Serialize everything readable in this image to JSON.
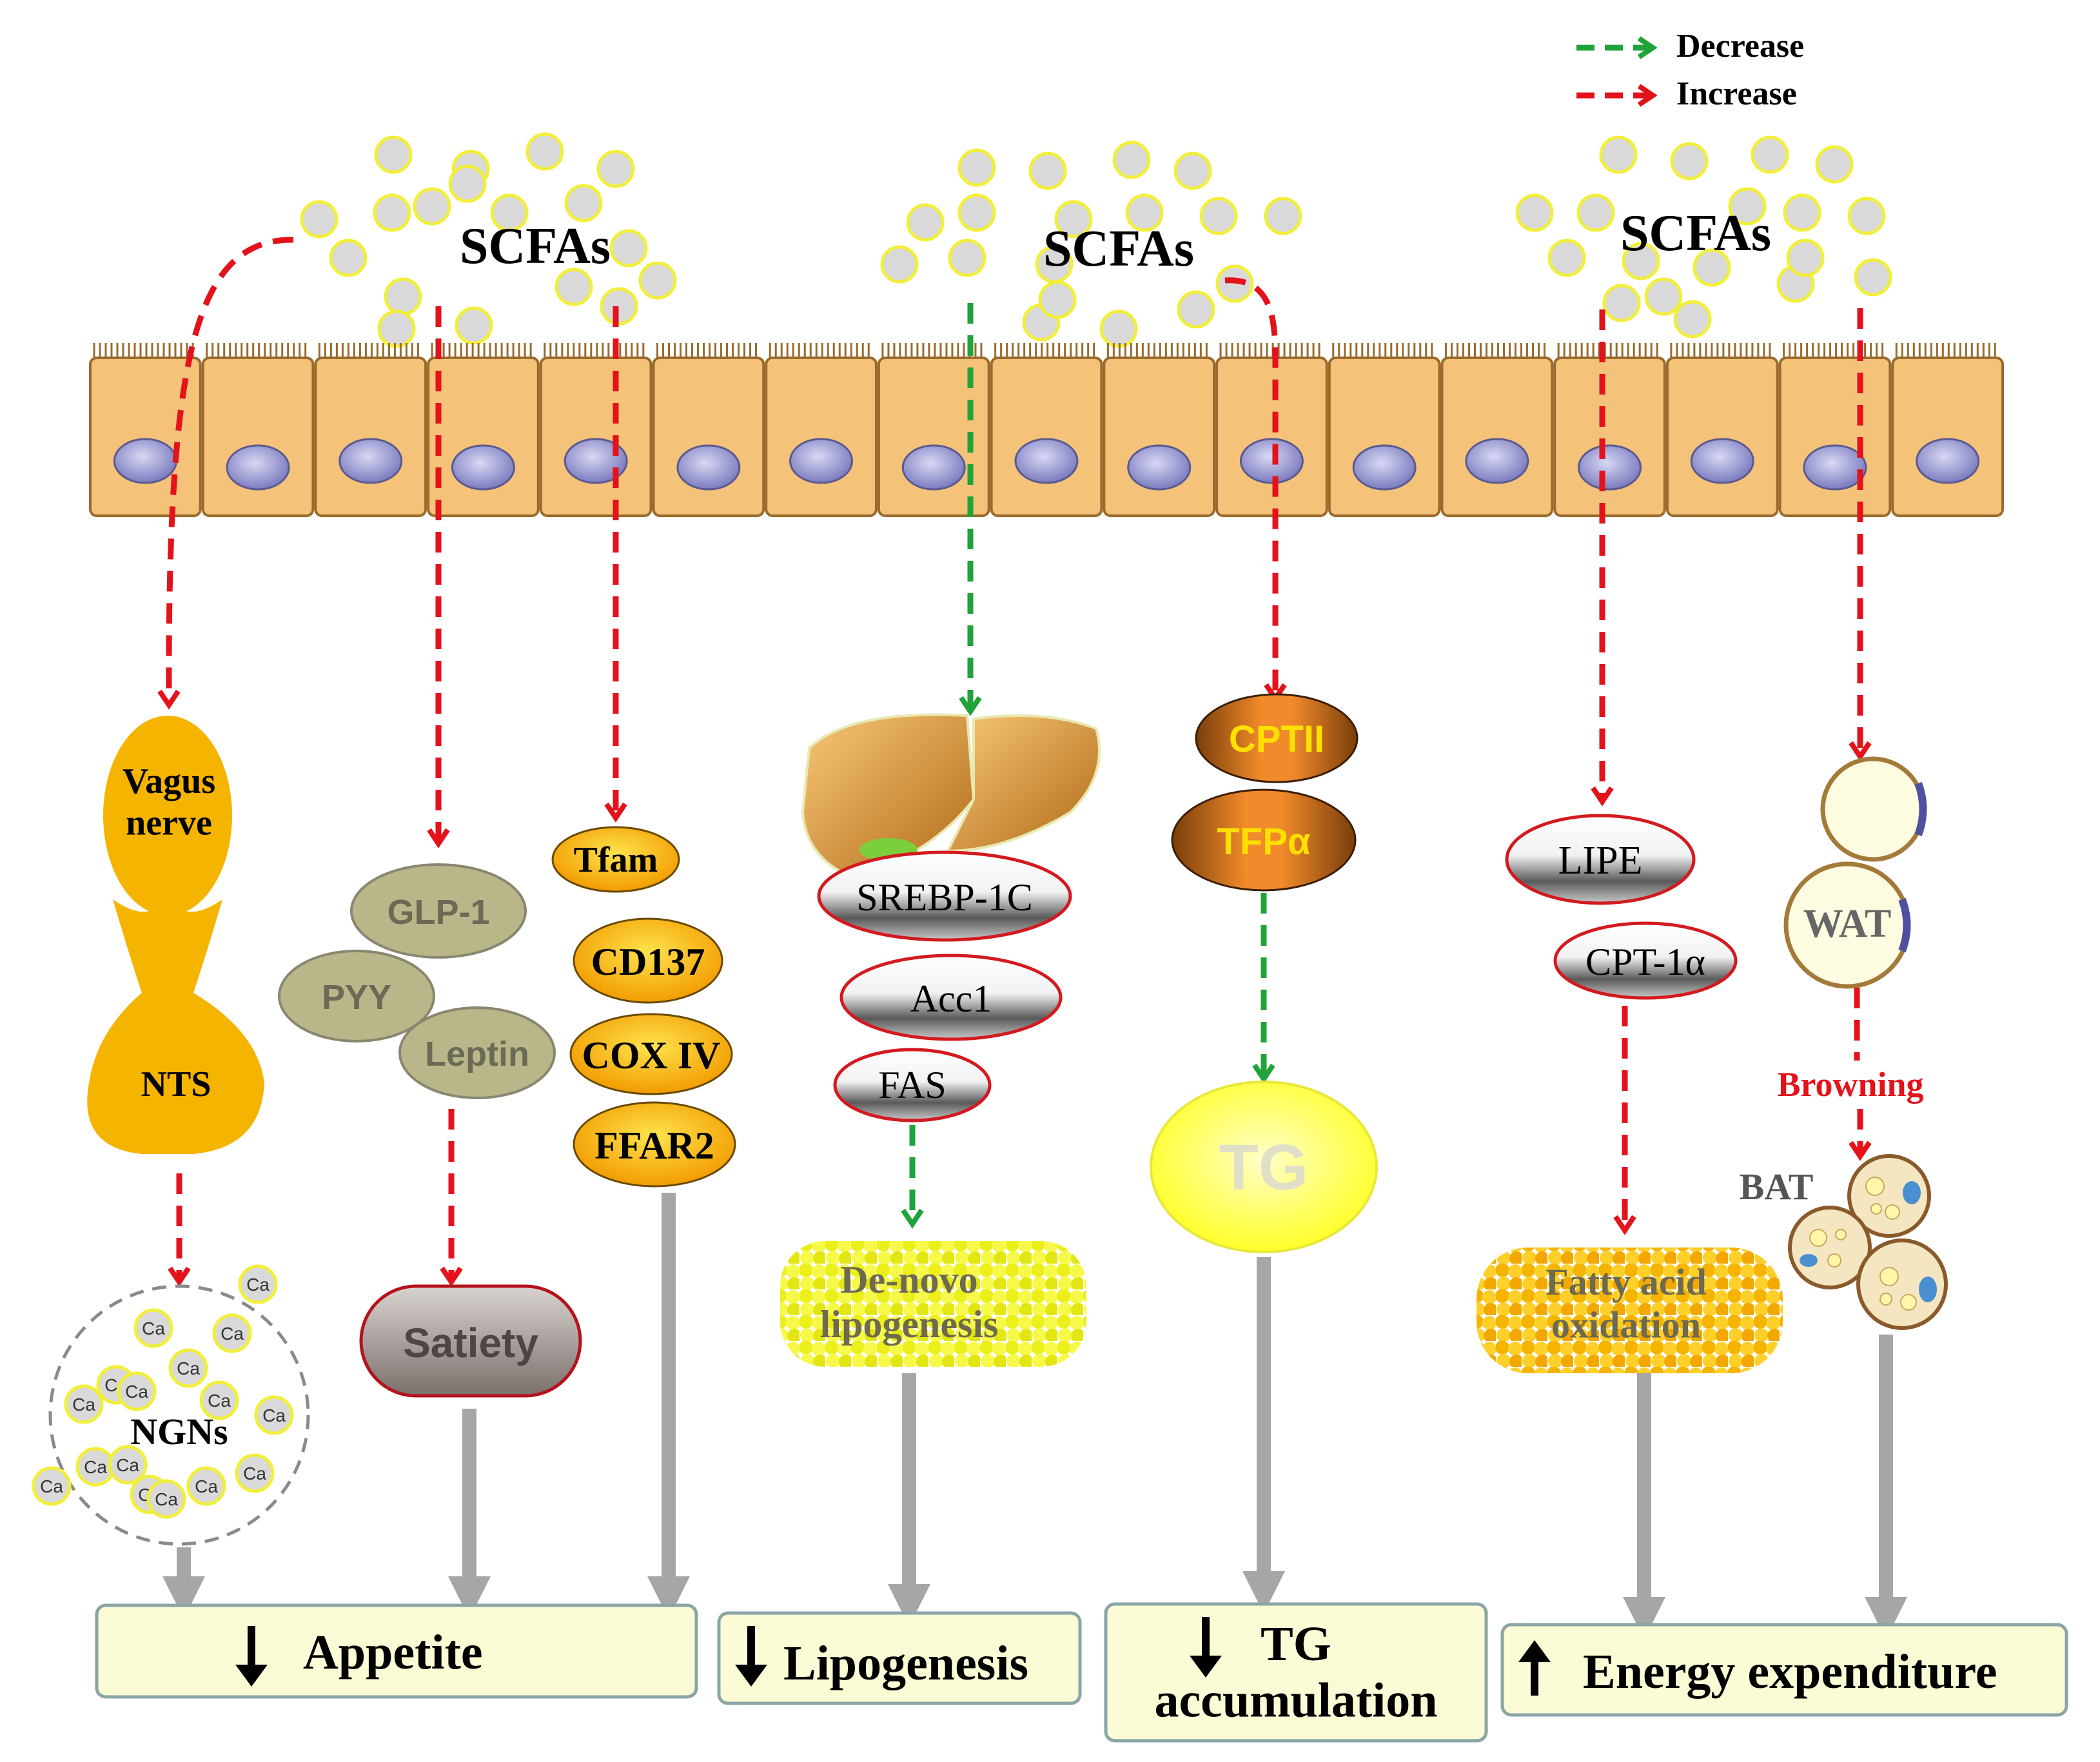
{
  "legend": {
    "decrease_label": "Decrease",
    "increase_label": "Increase",
    "decrease_color": "#1fa33a",
    "increase_color": "#e3121b"
  },
  "scfa_labels": [
    "SCFAs",
    "SCFAs",
    "SCFAs"
  ],
  "appetite": {
    "vagus": "Vagus\nnerve",
    "nts": "NTS",
    "ngns": "NGNs",
    "ca_label": "Ca",
    "hormones": [
      "GLP-1",
      "PYY",
      "Leptin"
    ],
    "satiety": "Satiety",
    "markers": [
      "Tfam",
      "CD137",
      "COX IV",
      "FFAR2"
    ],
    "outcome": "Appetite",
    "outcome_arrow": "down"
  },
  "lipogenesis": {
    "proteins": [
      "SREBP-1C",
      "Acc1",
      "FAS"
    ],
    "process": "De-novo\nlipogenesis",
    "outcome": "Lipogenesis",
    "outcome_arrow": "down"
  },
  "tg": {
    "enzymes": [
      "CPTII",
      "TFPα"
    ],
    "tg_label": "TG",
    "outcome": "TG\naccumulation",
    "outcome_arrow": "down"
  },
  "energy": {
    "enzymes": [
      "LIPE",
      "CPT-1α"
    ],
    "process": "Fatty acid\noxidation",
    "wat": "WAT",
    "browning": "Browning",
    "bat": "BAT",
    "outcome": "Energy expenditure",
    "outcome_arrow": "up"
  }
}
